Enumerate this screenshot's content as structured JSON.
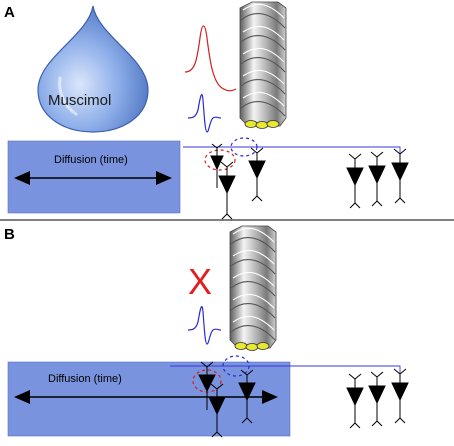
{
  "panels": [
    {
      "letter": "A",
      "drop_label": "Muscimol",
      "diffusion_label": "Diffusion (time)"
    },
    {
      "letter": "B",
      "mark": "X",
      "diffusion_label": "Diffusion (time)"
    }
  ],
  "colors": {
    "diffusion_fill": "#7a93de",
    "drop_blue": "#4f79c8",
    "spike_red": "#d42020",
    "spike_blue": "#2a2ad4",
    "axon_line": "#3a3ad8",
    "tetrode_tip": "#e8e830",
    "divider": "#000000"
  }
}
